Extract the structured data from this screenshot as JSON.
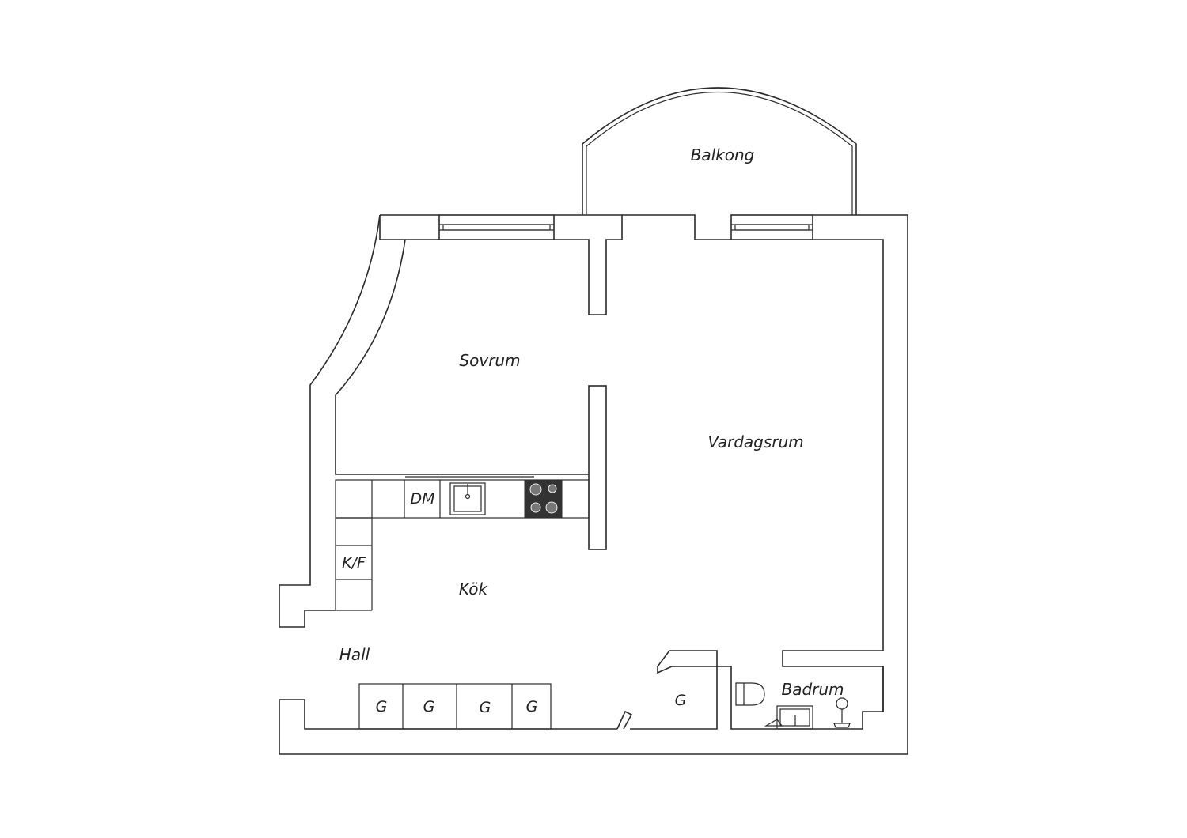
{
  "rooms": {
    "balcony": "Balkong",
    "bedroom": "Sovrum",
    "living": "Vardagsrum",
    "kitchen": "Kök",
    "hall": "Hall",
    "bathroom": "Badrum"
  },
  "fixtures": {
    "dishwasher": "DM",
    "fridge_freezer": "K/F",
    "wardrobes": [
      "G",
      "G",
      "G",
      "G",
      "G"
    ]
  },
  "colors": {
    "line": "#2b2b2b",
    "stove": "#333333",
    "background": "#ffffff"
  }
}
